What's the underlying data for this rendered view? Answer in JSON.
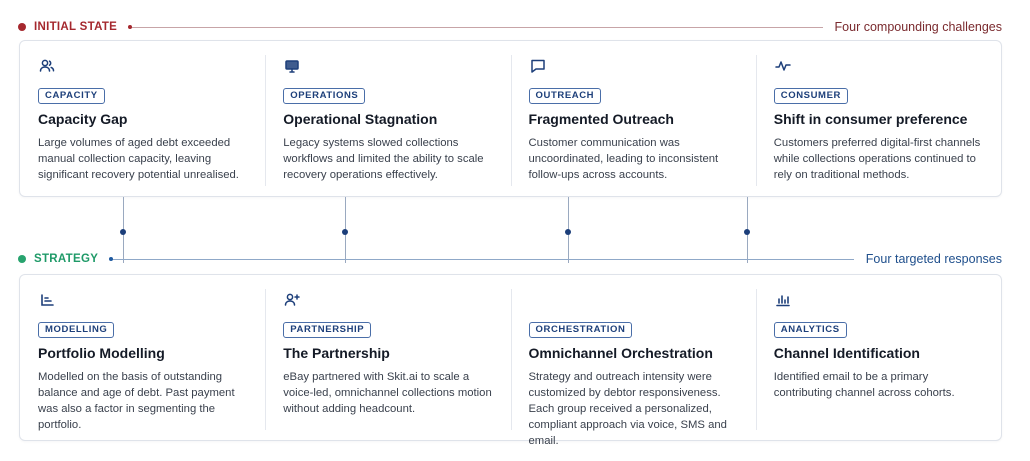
{
  "initial": {
    "label": "INITIAL STATE",
    "summary": "Four compounding challenges",
    "cards": [
      {
        "icon": "people-icon",
        "tag": "CAPACITY",
        "title": "Capacity Gap",
        "desc": "Large volumes of aged debt exceeded manual collection capacity, leaving significant recovery potential unrealised."
      },
      {
        "icon": "monitor-icon",
        "tag": "OPERATIONS",
        "title": "Operational Stagnation",
        "desc": "Legacy systems slowed collections workflows and limited the ability to scale recovery operations effectively."
      },
      {
        "icon": "chat-bubble-icon",
        "tag": "OUTREACH",
        "title": "Fragmented Outreach",
        "desc": "Customer communication was uncoordinated, leading to inconsistent follow-ups across accounts."
      },
      {
        "icon": "pulse-icon",
        "tag": "CONSUMER",
        "title": "Shift in consumer preference",
        "desc": "Customers preferred digital-first channels while collections operations continued to rely on traditional methods."
      }
    ]
  },
  "strategy": {
    "label": "STRATEGY",
    "summary": "Four targeted responses",
    "cards": [
      {
        "icon": "bars-list-icon",
        "tag": "MODELLING",
        "title": "Portfolio Modelling",
        "desc": "Modelled on the basis of outstanding balance and age of debt. Past payment was also a factor in segmenting the portfolio."
      },
      {
        "icon": "people-plus-icon",
        "tag": "PARTNERSHIP",
        "title": "The Partnership",
        "desc": "eBay partnered with Skit.ai to scale a voice-led, omnichannel collections motion without adding headcount."
      },
      {
        "icon": null,
        "tag": "ORCHESTRATION",
        "title": "Omnichannel Orchestration",
        "desc": "Strategy and outreach intensity were customized by debtor responsiveness. Each group received a personalized, compliant approach via voice, SMS and email."
      },
      {
        "icon": "bar-chart-icon",
        "tag": "ANALYTICS",
        "title": "Channel Identification",
        "desc": "Identified email to be a primary contributing channel across cohorts."
      }
    ]
  },
  "colors": {
    "initial_accent": "#a5282e",
    "strategy_accent": "#27a36e",
    "navy": "#1d3f7a"
  }
}
